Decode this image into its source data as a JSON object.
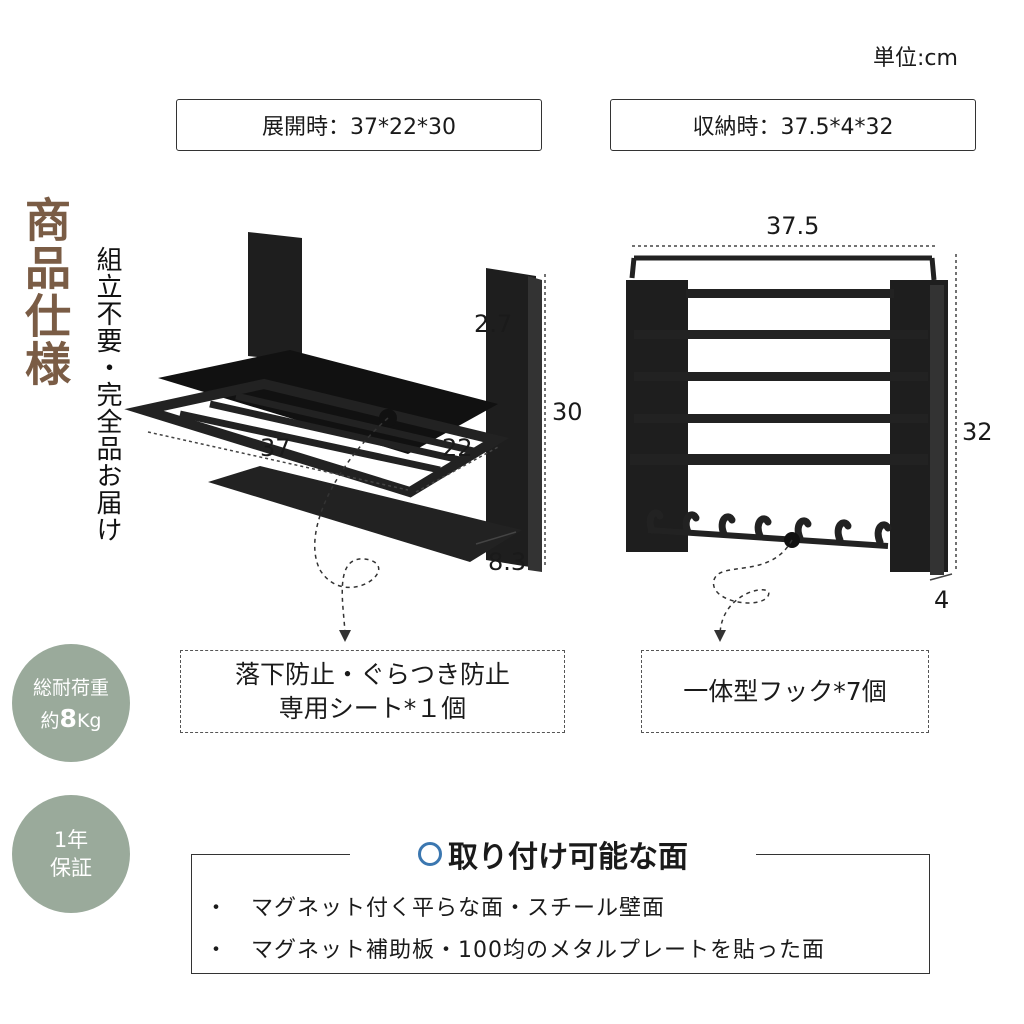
{
  "unit_label": "単位:cm",
  "spec_open": "展開時：37*22*30",
  "spec_folded": "収納時：37.5*4*32",
  "title": "商品仕様",
  "subtitle": "組立不要・完全品お届け",
  "badges": {
    "load_line1": "総耐荷重",
    "load_prefix": "約",
    "load_value": "8",
    "load_unit": "Kg",
    "warranty_line1": "1年",
    "warranty_line2": "保証"
  },
  "left_dims": {
    "width": "37",
    "depth": "22",
    "height": "30",
    "thickness": "2.7",
    "bar": "8.3"
  },
  "right_dims": {
    "width": "37.5",
    "height": "32",
    "depth": "4"
  },
  "callout_left_line1": "落下防止・ぐらつき防止",
  "callout_left_line2": "専用シート*１個",
  "callout_right": "一体型フック*7個",
  "mount_title": "取り付け可能な面",
  "mount_items": [
    "・　マグネット付く平らな面・スチール壁面",
    "・　マグネット補助板・100均のメタルプレートを貼った面"
  ],
  "colors": {
    "title": "#7a5c45",
    "badge": "#9aaa9b",
    "ring": "#3b77b0",
    "product": "#1e1e1e"
  }
}
